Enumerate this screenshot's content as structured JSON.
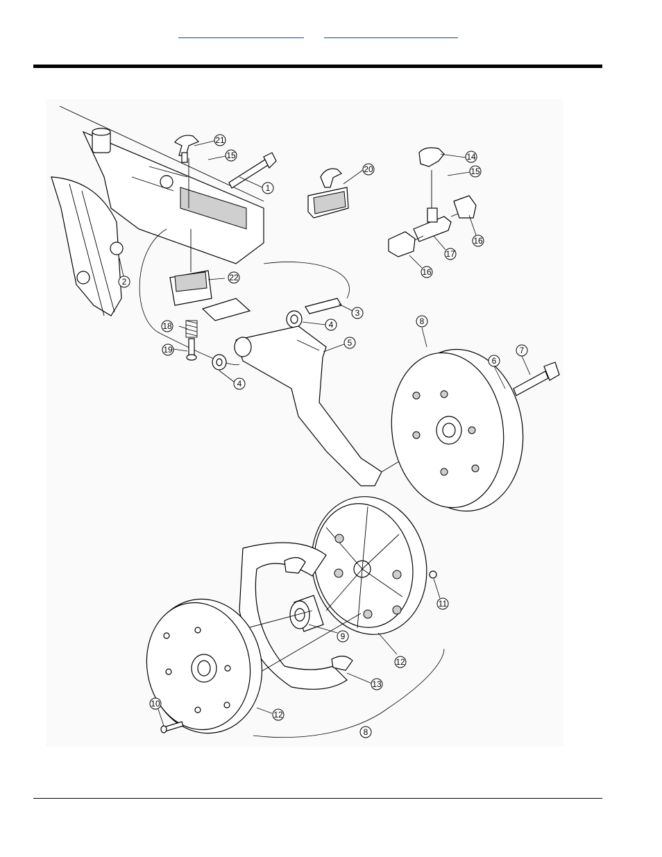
{
  "header": {
    "links": [
      {
        "name": "header-link-left"
      },
      {
        "name": "header-link-right"
      }
    ]
  },
  "diagram": {
    "callouts": [
      {
        "id": "c21",
        "label": "21"
      },
      {
        "id": "c15a",
        "label": "15"
      },
      {
        "id": "c1",
        "label": "1"
      },
      {
        "id": "c20",
        "label": "20"
      },
      {
        "id": "c14",
        "label": "14"
      },
      {
        "id": "c15b",
        "label": "15"
      },
      {
        "id": "c16a",
        "label": "16"
      },
      {
        "id": "c17",
        "label": "17"
      },
      {
        "id": "c16b",
        "label": "16"
      },
      {
        "id": "c2",
        "label": "2"
      },
      {
        "id": "c22",
        "label": "22"
      },
      {
        "id": "c3",
        "label": "3"
      },
      {
        "id": "c4a",
        "label": "4"
      },
      {
        "id": "c18",
        "label": "18"
      },
      {
        "id": "c8a",
        "label": "8"
      },
      {
        "id": "c5",
        "label": "5"
      },
      {
        "id": "c19",
        "label": "19"
      },
      {
        "id": "c6",
        "label": "6"
      },
      {
        "id": "c7",
        "label": "7"
      },
      {
        "id": "c4b",
        "label": "4"
      },
      {
        "id": "c11",
        "label": "11"
      },
      {
        "id": "c9",
        "label": "9"
      },
      {
        "id": "c12a",
        "label": "12"
      },
      {
        "id": "c13",
        "label": "13"
      },
      {
        "id": "c10",
        "label": "10"
      },
      {
        "id": "c12b",
        "label": "12"
      },
      {
        "id": "c8b",
        "label": "8"
      }
    ]
  }
}
